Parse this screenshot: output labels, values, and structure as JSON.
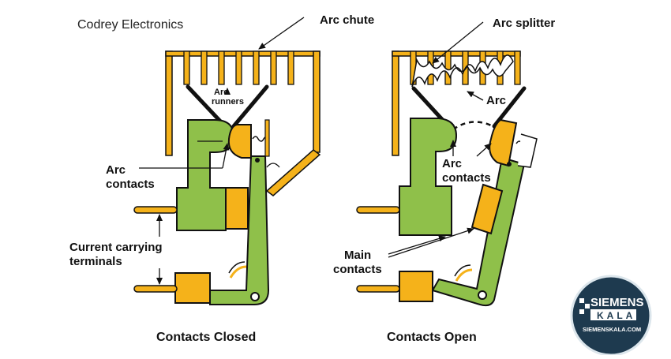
{
  "brand": "Codrey Electronics",
  "colors": {
    "green": "#8fc04a",
    "orange": "#f5b21a",
    "outline": "#111111",
    "badge_bg": "#1e3a4f",
    "badge_ring": "#dce6ec"
  },
  "left_panel": {
    "arc_chute": "Arc chute",
    "arc_runners_line1": "Arc",
    "arc_runners_line2": "runners",
    "arc_contacts_line1": "Arc",
    "arc_contacts_line2": "contacts",
    "terminals_line1": "Current carrying",
    "terminals_line2": "terminals",
    "caption": "Contacts Closed"
  },
  "right_panel": {
    "arc_splitter": "Arc splitter",
    "arc": "Arc",
    "arc_contacts_line1": "Arc",
    "arc_contacts_line2": "contacts",
    "main_contacts_line1": "Main",
    "main_contacts_line2": "contacts",
    "caption": "Contacts Open"
  },
  "logo": {
    "line1": "SIEMENS",
    "line2": "KALA",
    "url": "SIEMENSKALA.COM"
  }
}
